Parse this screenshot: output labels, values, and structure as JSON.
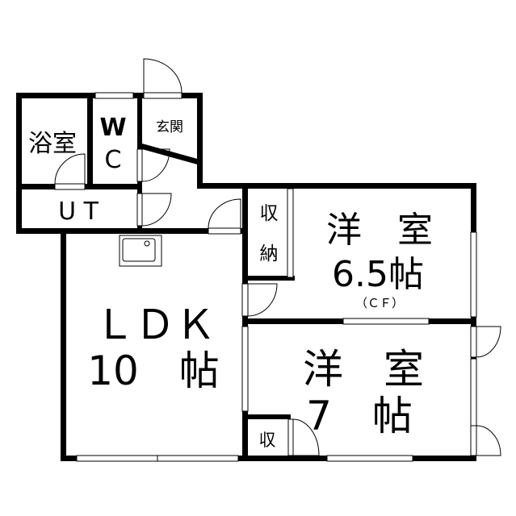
{
  "floorplan": {
    "rooms": {
      "bath": "浴室",
      "wc_w": "W",
      "wc_c": "C",
      "entrance": "玄関",
      "utility": "U T",
      "closet1_a": "収",
      "closet1_b": "納",
      "room1_name": "洋　室",
      "room1_size": "6.5帖",
      "room1_note": "（ＣＦ）",
      "ldk_name": "ＬＤＫ",
      "ldk_size": "10　帖",
      "room2_name": "洋　室",
      "room2_size": "7　帖",
      "closet2": "収"
    }
  }
}
